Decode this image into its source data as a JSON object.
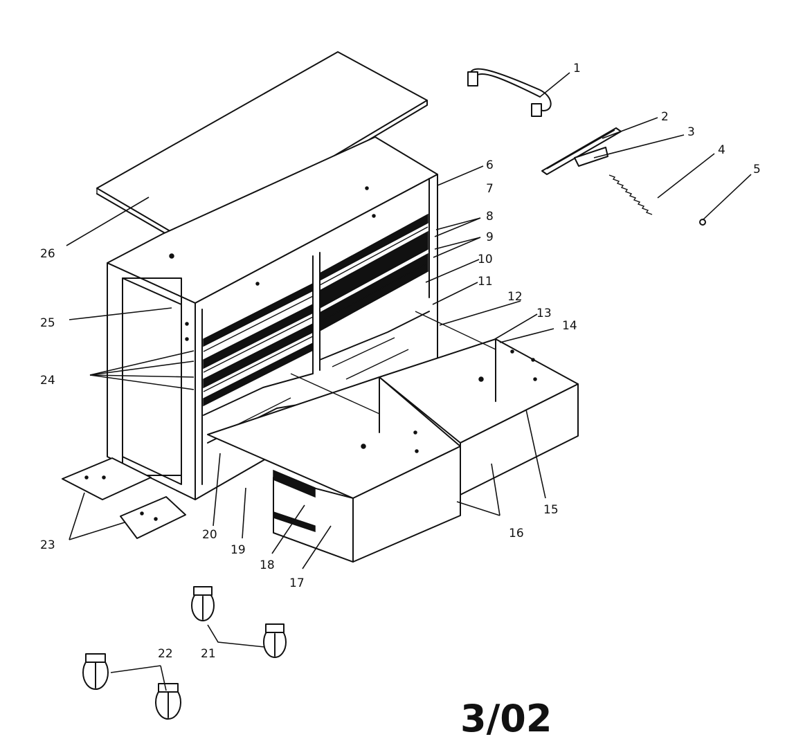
{
  "callouts": [
    {
      "id": "1",
      "label": "1"
    },
    {
      "id": "2",
      "label": "2"
    },
    {
      "id": "3",
      "label": "3"
    },
    {
      "id": "4",
      "label": "4"
    },
    {
      "id": "5",
      "label": "5"
    },
    {
      "id": "6",
      "label": "6"
    },
    {
      "id": "7",
      "label": "7"
    },
    {
      "id": "8",
      "label": "8"
    },
    {
      "id": "9",
      "label": "9"
    },
    {
      "id": "10",
      "label": "10"
    },
    {
      "id": "11",
      "label": "11"
    },
    {
      "id": "12",
      "label": "12"
    },
    {
      "id": "13",
      "label": "13"
    },
    {
      "id": "14",
      "label": "14"
    },
    {
      "id": "15",
      "label": "15"
    },
    {
      "id": "16",
      "label": "16"
    },
    {
      "id": "17",
      "label": "17"
    },
    {
      "id": "18",
      "label": "18"
    },
    {
      "id": "19",
      "label": "19"
    },
    {
      "id": "20",
      "label": "20"
    },
    {
      "id": "21",
      "label": "21"
    },
    {
      "id": "22",
      "label": "22"
    },
    {
      "id": "23",
      "label": "23"
    },
    {
      "id": "24",
      "label": "24"
    },
    {
      "id": "25",
      "label": "25"
    },
    {
      "id": "26",
      "label": "26"
    }
  ],
  "date_code": "3/02"
}
